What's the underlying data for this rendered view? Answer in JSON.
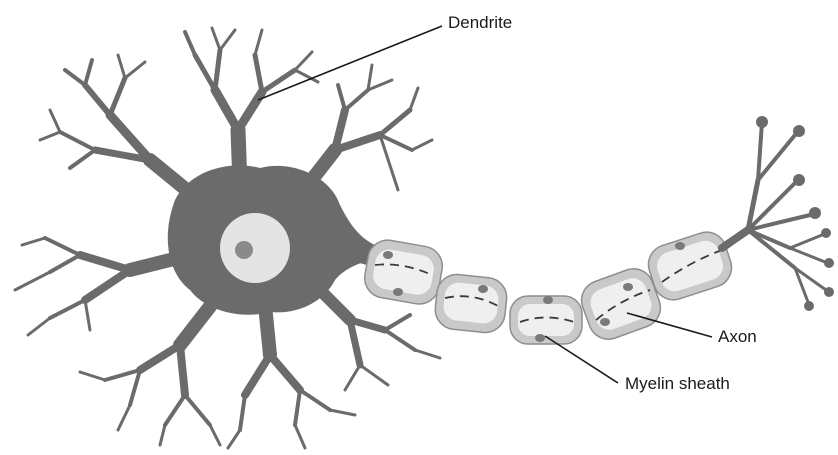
{
  "labels": {
    "dendrite": "Dendrite",
    "axon": "Axon",
    "myelin_sheath": "Myelin sheath"
  },
  "colors": {
    "neuron_body": "#6b6b6b",
    "nucleus": "#e4e4e4",
    "nucleolus": "#8a8a8a",
    "myelin": "#c9c9c9",
    "text": "#1a1a1a"
  }
}
